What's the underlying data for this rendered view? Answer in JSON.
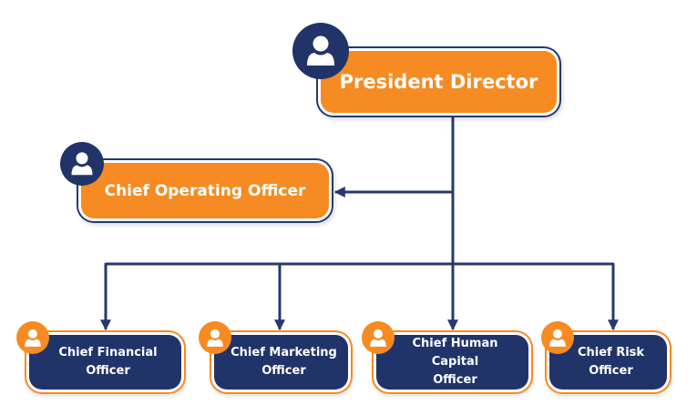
{
  "colors": {
    "orange": "#f58b22",
    "navy": "#213469",
    "connector": "#26386e",
    "text_on_box": "#ffffff"
  },
  "nodes": {
    "president": {
      "title": "President Director",
      "icon": "person-icon",
      "style": "orange"
    },
    "coo": {
      "title": "Chief Operating Officer",
      "icon": "person-icon",
      "style": "orange"
    },
    "cfo": {
      "line1": "Chief Financial",
      "line2": "Officer",
      "icon": "person-icon",
      "style": "navy"
    },
    "cmo": {
      "line1": "Chief Marketing",
      "line2": "Officer",
      "icon": "person-icon",
      "style": "navy"
    },
    "chco": {
      "line1": "Chief Human Capital",
      "line2": "Officer",
      "icon": "person-icon",
      "style": "navy"
    },
    "cro": {
      "line1": "Chief Risk",
      "line2": "Officer",
      "icon": "person-icon",
      "style": "navy"
    }
  },
  "edges": [
    {
      "from": "president",
      "to": "coo"
    },
    {
      "from": "president",
      "to": "cfo"
    },
    {
      "from": "president",
      "to": "cmo"
    },
    {
      "from": "president",
      "to": "chco"
    },
    {
      "from": "president",
      "to": "cro"
    }
  ]
}
